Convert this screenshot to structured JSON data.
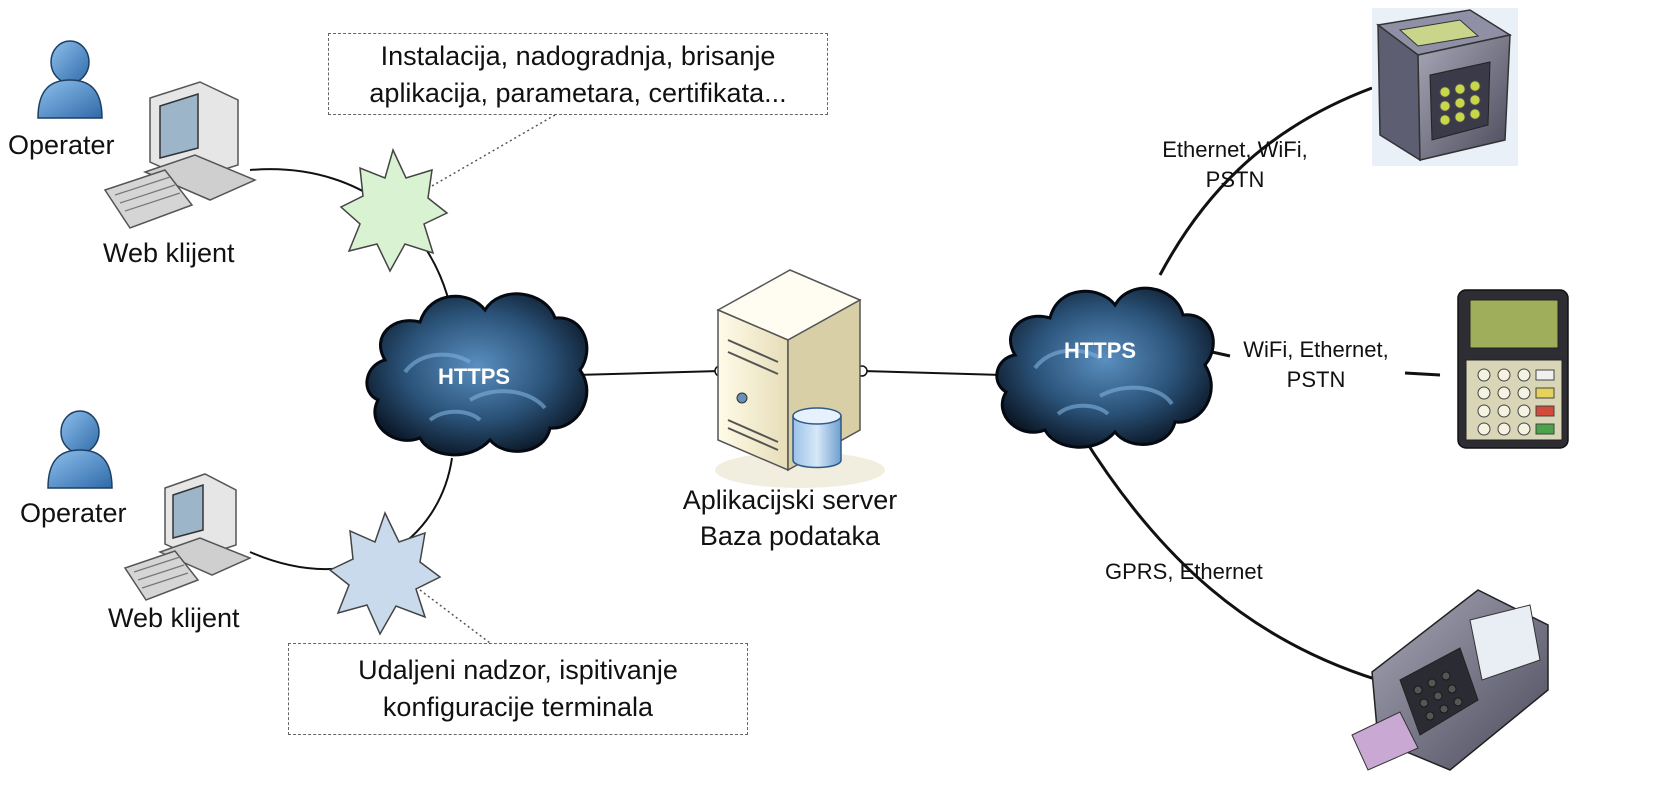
{
  "operators": [
    {
      "role": "Operater",
      "client": "Web klijent"
    },
    {
      "role": "Operater",
      "client": "Web klijent"
    }
  ],
  "callouts": {
    "top": [
      "Instalacija, nadogradnja, brisanje",
      "aplikacija, parametara, certifikata..."
    ],
    "bottom": [
      "Udaljeni nadzor, ispitivanje",
      "konfiguracije terminala"
    ]
  },
  "clouds": {
    "left": "HTTPS",
    "right": "HTTPS"
  },
  "server": {
    "line1": "Aplikacijski server",
    "line2": "Baza podataka"
  },
  "links": {
    "top": [
      "Ethernet, WiFi,",
      "PSTN"
    ],
    "middle": [
      "WiFi, Ethernet,",
      "PSTN"
    ],
    "bottom": "GPRS, Ethernet"
  },
  "colors": {
    "cloud_dark": "#0c1a2b",
    "cloud_light": "#3a6f9f",
    "star_top": "#d8f2d2",
    "star_bottom": "#c9daec",
    "person": "#4a86c8",
    "computer": "#d9d9d9"
  }
}
